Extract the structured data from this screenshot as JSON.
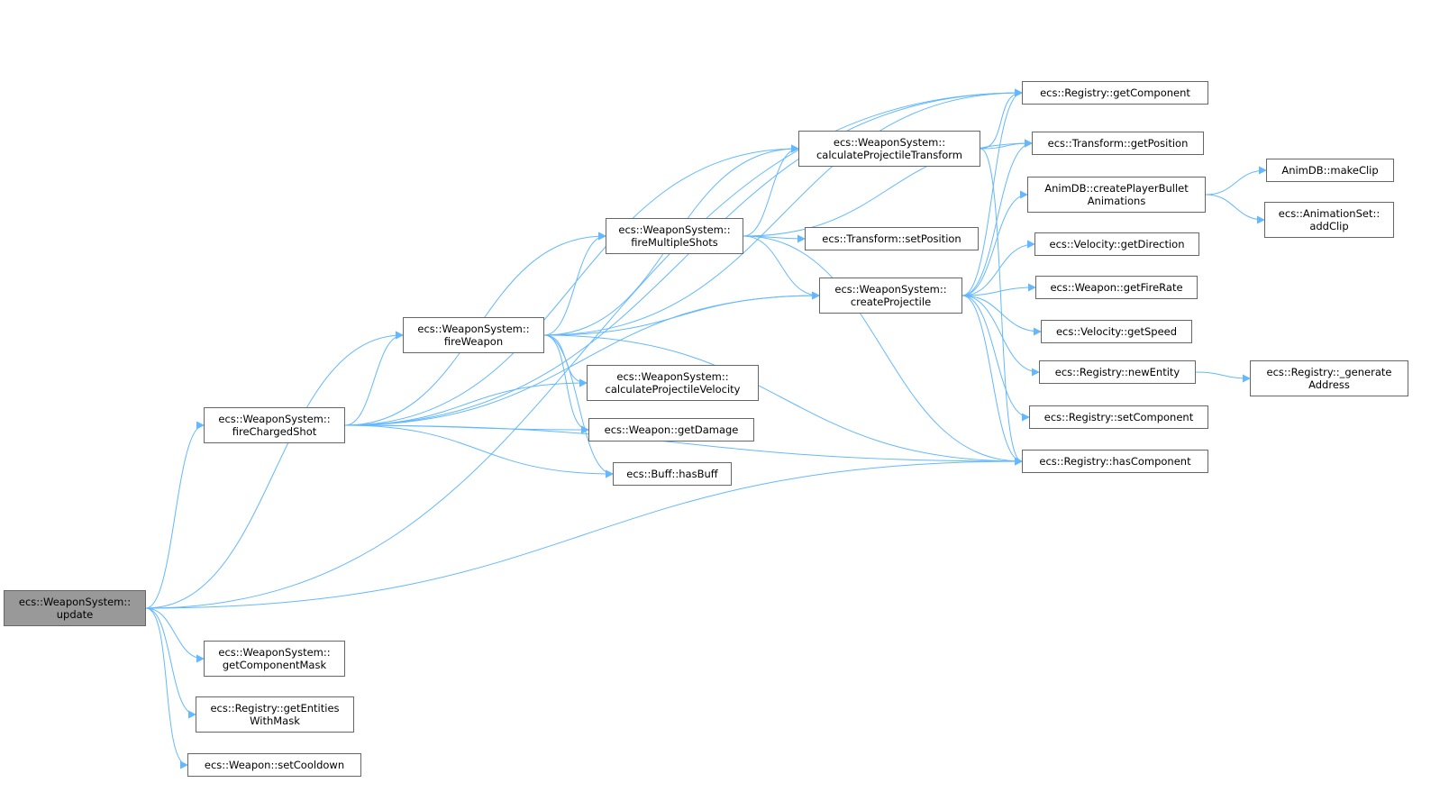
{
  "graph": {
    "root": "update",
    "edge_color": "#63b8ff",
    "root_fill": "#999999",
    "nodes": [
      {
        "id": "update",
        "lines": [
          "ecs::WeaponSystem::",
          "update"
        ]
      },
      {
        "id": "fireChargedShot",
        "lines": [
          "ecs::WeaponSystem::",
          "fireChargedShot"
        ]
      },
      {
        "id": "fireWeapon",
        "lines": [
          "ecs::WeaponSystem::",
          "fireWeapon"
        ]
      },
      {
        "id": "getComponentMask",
        "lines": [
          "ecs::WeaponSystem::",
          "getComponentMask"
        ]
      },
      {
        "id": "getEntitiesWithMask",
        "lines": [
          "ecs::Registry::getEntities",
          "WithMask"
        ]
      },
      {
        "id": "setCooldown",
        "lines": [
          "ecs::Weapon::setCooldown"
        ]
      },
      {
        "id": "fireMultipleShots",
        "lines": [
          "ecs::WeaponSystem::",
          "fireMultipleShots"
        ]
      },
      {
        "id": "calculateProjectileTransform",
        "lines": [
          "ecs::WeaponSystem::",
          "calculateProjectileTransform"
        ]
      },
      {
        "id": "setPosition",
        "lines": [
          "ecs::Transform::setPosition"
        ]
      },
      {
        "id": "createProjectile",
        "lines": [
          "ecs::WeaponSystem::",
          "createProjectile"
        ]
      },
      {
        "id": "calculateProjectileVelocity",
        "lines": [
          "ecs::WeaponSystem::",
          "calculateProjectileVelocity"
        ]
      },
      {
        "id": "getDamage",
        "lines": [
          "ecs::Weapon::getDamage"
        ]
      },
      {
        "id": "hasBuff",
        "lines": [
          "ecs::Buff::hasBuff"
        ]
      },
      {
        "id": "getComponent",
        "lines": [
          "ecs::Registry::getComponent"
        ]
      },
      {
        "id": "getPosition",
        "lines": [
          "ecs::Transform::getPosition"
        ]
      },
      {
        "id": "createPlayerBulletAnimations",
        "lines": [
          "AnimDB::createPlayerBullet",
          "Animations"
        ]
      },
      {
        "id": "getDirection",
        "lines": [
          "ecs::Velocity::getDirection"
        ]
      },
      {
        "id": "getFireRate",
        "lines": [
          "ecs::Weapon::getFireRate"
        ]
      },
      {
        "id": "getSpeed",
        "lines": [
          "ecs::Velocity::getSpeed"
        ]
      },
      {
        "id": "newEntity",
        "lines": [
          "ecs::Registry::newEntity"
        ]
      },
      {
        "id": "setComponent",
        "lines": [
          "ecs::Registry::setComponent"
        ]
      },
      {
        "id": "hasComponent",
        "lines": [
          "ecs::Registry::hasComponent"
        ]
      },
      {
        "id": "makeClip",
        "lines": [
          "AnimDB::makeClip"
        ]
      },
      {
        "id": "addClip",
        "lines": [
          "ecs::AnimationSet::",
          "addClip"
        ]
      },
      {
        "id": "generateAddress",
        "lines": [
          "ecs::Registry::_generate",
          "Address"
        ]
      }
    ],
    "edges": [
      [
        "update",
        "getComponent"
      ],
      [
        "update",
        "fireChargedShot"
      ],
      [
        "update",
        "fireWeapon"
      ],
      [
        "update",
        "hasComponent"
      ],
      [
        "update",
        "getComponentMask"
      ],
      [
        "update",
        "getEntitiesWithMask"
      ],
      [
        "update",
        "setCooldown"
      ],
      [
        "fireChargedShot",
        "getComponent"
      ],
      [
        "fireChargedShot",
        "calculateProjectileTransform"
      ],
      [
        "fireChargedShot",
        "fireMultipleShots"
      ],
      [
        "fireChargedShot",
        "fireWeapon"
      ],
      [
        "fireChargedShot",
        "calculateProjectileVelocity"
      ],
      [
        "fireChargedShot",
        "getDamage"
      ],
      [
        "fireChargedShot",
        "hasBuff"
      ],
      [
        "fireChargedShot",
        "createProjectile"
      ],
      [
        "fireChargedShot",
        "hasComponent"
      ],
      [
        "fireWeapon",
        "getComponent"
      ],
      [
        "fireWeapon",
        "calculateProjectileTransform"
      ],
      [
        "fireWeapon",
        "fireMultipleShots"
      ],
      [
        "fireWeapon",
        "createProjectile"
      ],
      [
        "fireWeapon",
        "calculateProjectileVelocity"
      ],
      [
        "fireWeapon",
        "getDamage"
      ],
      [
        "fireWeapon",
        "hasBuff"
      ],
      [
        "fireWeapon",
        "hasComponent"
      ],
      [
        "fireMultipleShots",
        "calculateProjectileTransform"
      ],
      [
        "fireMultipleShots",
        "getPosition"
      ],
      [
        "fireMultipleShots",
        "setPosition"
      ],
      [
        "fireMultipleShots",
        "createProjectile"
      ],
      [
        "fireMultipleShots",
        "hasComponent"
      ],
      [
        "calculateProjectileTransform",
        "getComponent"
      ],
      [
        "calculateProjectileTransform",
        "getPosition"
      ],
      [
        "calculateProjectileTransform",
        "hasComponent"
      ],
      [
        "createProjectile",
        "getComponent"
      ],
      [
        "createProjectile",
        "getPosition"
      ],
      [
        "createProjectile",
        "createPlayerBulletAnimations"
      ],
      [
        "createProjectile",
        "getDirection"
      ],
      [
        "createProjectile",
        "getFireRate"
      ],
      [
        "createProjectile",
        "getSpeed"
      ],
      [
        "createProjectile",
        "newEntity"
      ],
      [
        "createProjectile",
        "setComponent"
      ],
      [
        "createProjectile",
        "hasComponent"
      ],
      [
        "createPlayerBulletAnimations",
        "makeClip"
      ],
      [
        "createPlayerBulletAnimations",
        "addClip"
      ],
      [
        "newEntity",
        "generateAddress"
      ]
    ]
  }
}
